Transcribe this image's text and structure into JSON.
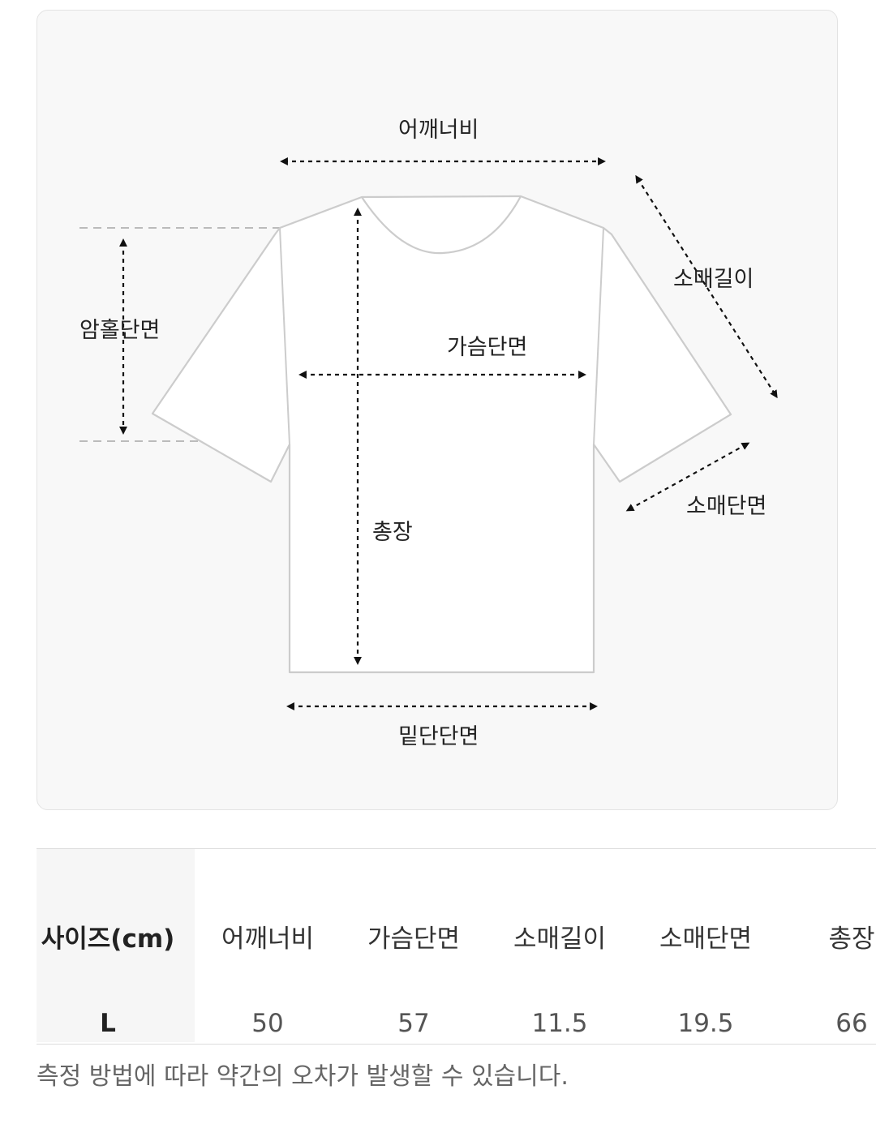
{
  "diagram": {
    "labels": {
      "shoulder_width": "어깨너비",
      "sleeve_length": "소매길이",
      "armhole": "암홀단면",
      "chest": "가슴단면",
      "total_length": "총장",
      "sleeve_opening": "소매단면",
      "hem": "밑단단면"
    }
  },
  "size_table": {
    "header_label": "사이즈(cm)",
    "columns": [
      "어깨너비",
      "가슴단면",
      "소매길이",
      "소매단면",
      "총장"
    ],
    "rows": [
      {
        "size": "L",
        "values": [
          "50",
          "57",
          "11.5",
          "19.5",
          "66"
        ]
      }
    ]
  },
  "note": "측정 방법에 따라 약간의 오차가 발생할 수 있습니다."
}
